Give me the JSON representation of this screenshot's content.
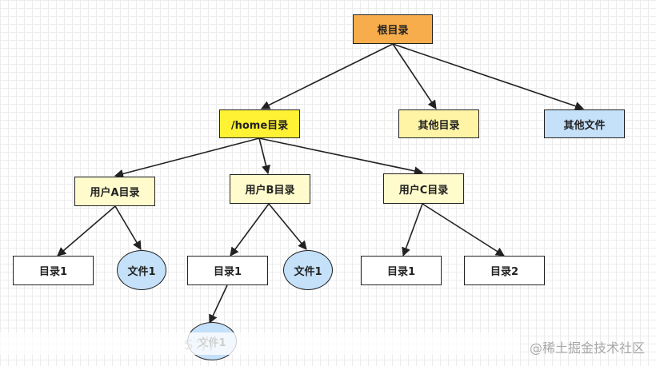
{
  "nodes": {
    "root": "根目录",
    "home": "/home目录",
    "other_dir": "其他目录",
    "other_file": "其他文件",
    "user_a": "用户A目录",
    "user_b": "用户B目录",
    "user_c": "用户C目录",
    "a_dir1": "目录1",
    "a_file1": "文件1",
    "b_dir1": "目录1",
    "b_file1": "文件1",
    "c_dir1": "目录1",
    "c_dir2": "目录2",
    "b_dir1_file": "文件1"
  },
  "overlay_text": "s://",
  "watermark": "@稀土掘金技术社区",
  "colors": {
    "root": "#f7ad4b",
    "home": "#fff133",
    "other_dir": "#fff4a6",
    "user_dirs": "#fffbcc",
    "files": "#c5e0f9",
    "plain": "#ffffff"
  }
}
